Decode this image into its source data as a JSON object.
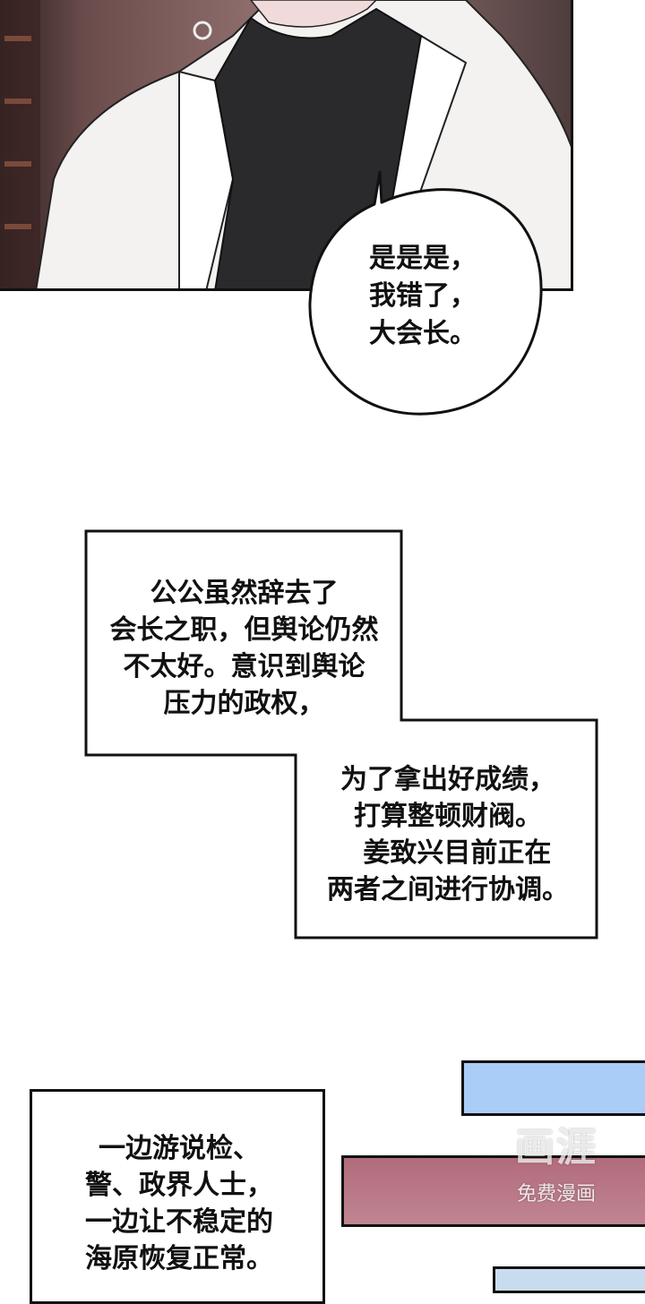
{
  "speech_bubble": {
    "lines": [
      "是是是，",
      "我错了，",
      "大会长。"
    ]
  },
  "caption_1": {
    "text": "公公虽然辞去了\n会长之职，但舆论仍然\n不太好。意识到舆论\n压力的政权，"
  },
  "caption_2": {
    "text": "为了拿出好成绩，\n打算整顿财阀。\n  姜致兴目前正在\n两者之间进行协调。"
  },
  "caption_3": {
    "text": "一边游说检、\n警、政界人士，\n一边让不稳定的\n海原恢复正常。"
  },
  "watermark": {
    "logo": "画涯",
    "subtitle": "免费漫画"
  },
  "colors": {
    "ink": "#111111",
    "panel_blue": "#a9cdf6",
    "panel_pink": "#b6707e"
  }
}
